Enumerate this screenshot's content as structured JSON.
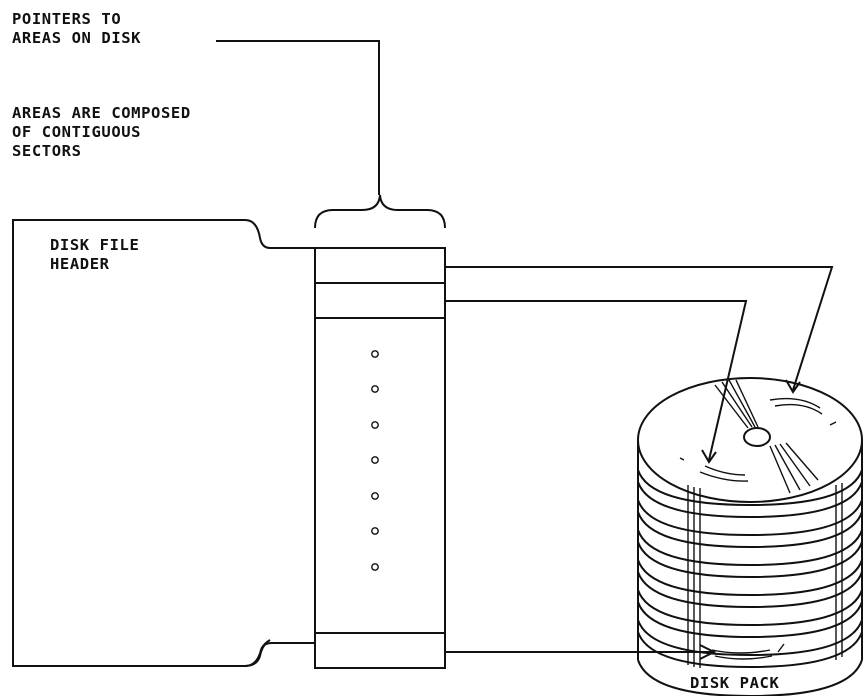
{
  "labels": {
    "pointers": "POINTERS TO\nAREAS ON DISK",
    "areas": "AREAS ARE COMPOSED\nOF CONTIGUOUS\nSECTORS",
    "header": "DISK FILE\nHEADER",
    "pack": "DISK PACK"
  },
  "colors": {
    "ink": "#111111",
    "background": "#ffffff"
  }
}
